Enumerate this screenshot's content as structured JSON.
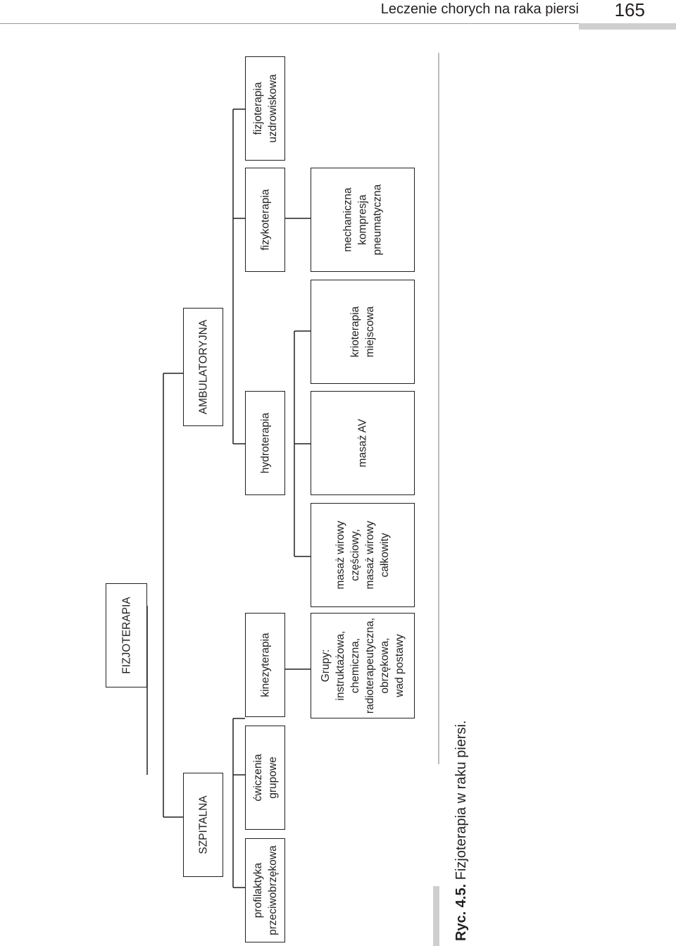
{
  "header": {
    "title": "Leczenie chorych na raka piersi",
    "page_number": "165"
  },
  "diagram": {
    "root": "FIZJOTERAPIA",
    "branches": {
      "szpitalna": "SZPITALNA",
      "ambulatoryjna": "AMBULATORYJNA"
    },
    "nodes": {
      "profilaktyka": "profilaktyka\nprzeciwobrzękowa",
      "cwiczenia_grupowe": "ćwiczenia\ngrupowe",
      "kinezyterapia": "kinezyterapia",
      "hydroterapia": "hydroterapia",
      "fizykoterapia": "fizykoterapia",
      "fizjoterapia_uzdrowiskowa": "fizjoterapia\nuzdrowiskowa",
      "grupy": "Grupy:\ninstruktażowa,\nchemiczna,\nradioterapeutyczna,\nobrzękowa,\nwad postawy",
      "masaz_wirowy": "masaż wirowy\nczęściowy,\nmasaż wirowy\ncałkowity",
      "masaz_av": "masaż AV",
      "krioterapia": "krioterapia\nmiejscowa",
      "kompresja": "mechaniczna\nkompresja\npneumatyczna"
    }
  },
  "caption": {
    "number": "Ryc. 4.5.",
    "text": " Fizjoterapia w raku piersi."
  }
}
